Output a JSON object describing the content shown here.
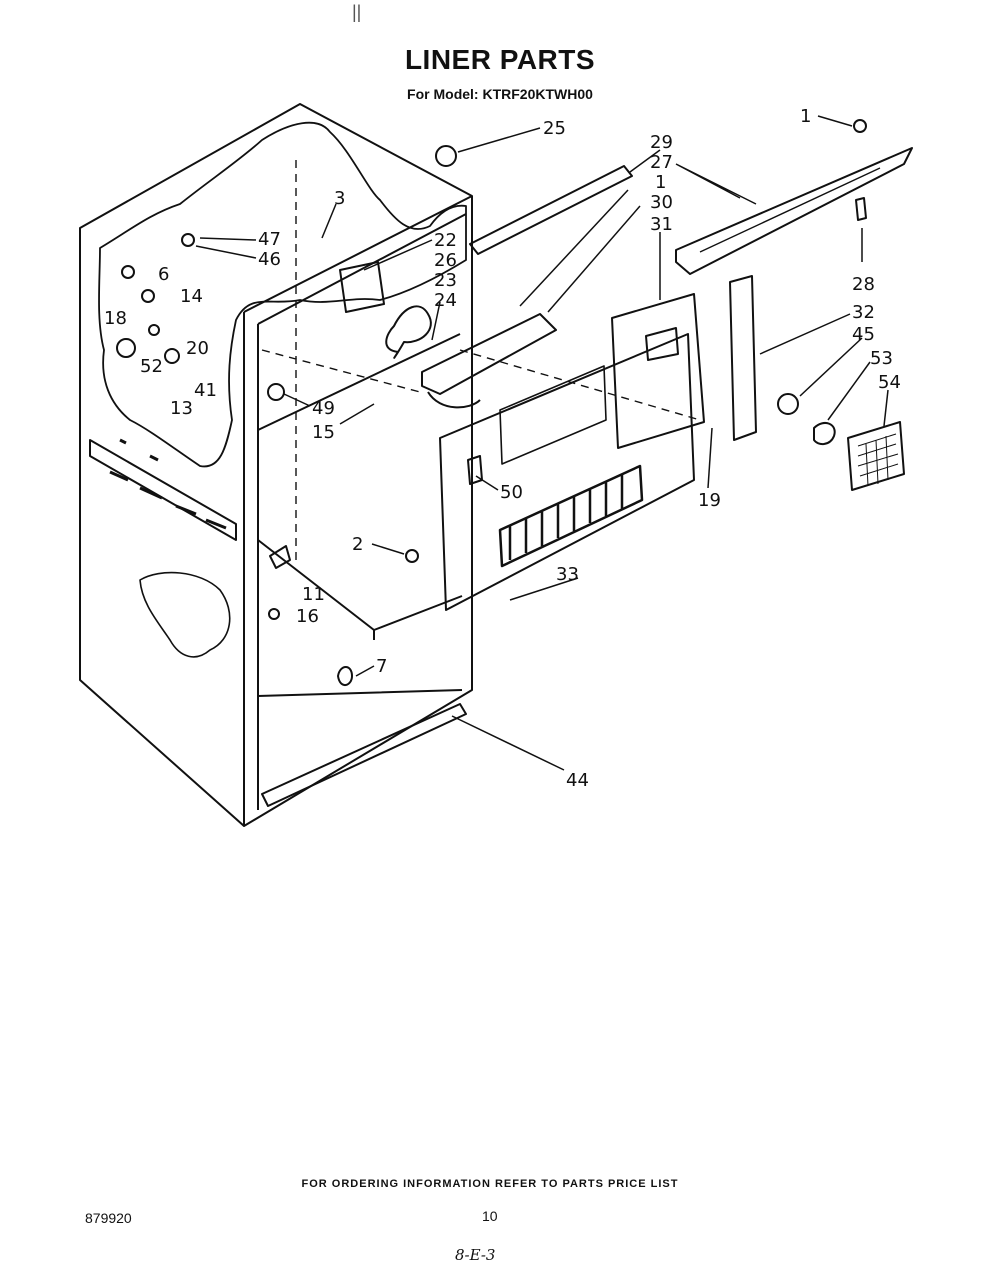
{
  "header": {
    "top_mark": "||",
    "title": "LINER PARTS",
    "subtitle": "For Model: KTRF20KTWH00"
  },
  "callouts": [
    "25",
    "29",
    "27",
    "1",
    "30",
    "31",
    "1",
    "3",
    "47",
    "46",
    "6",
    "14",
    "18",
    "20",
    "52",
    "13",
    "41",
    "22",
    "26",
    "23",
    "24",
    "49",
    "15",
    "28",
    "32",
    "45",
    "53",
    "54",
    "19",
    "50",
    "2",
    "33",
    "11",
    "16",
    "7",
    "44"
  ],
  "footer": {
    "note": "FOR ORDERING INFORMATION REFER TO PARTS PRICE LIST",
    "doc_number": "879920",
    "page_number": "10",
    "handwritten": "8-E-3"
  }
}
